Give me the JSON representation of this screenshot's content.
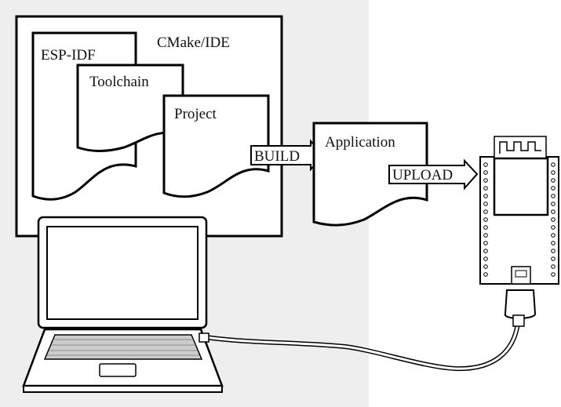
{
  "labels": {
    "cmake": "CMake/IDE",
    "esp_idf": "ESP-IDF",
    "toolchain": "Toolchain",
    "project": "Project",
    "build": "BUILD",
    "application": "Application",
    "upload": "UPLOAD"
  },
  "icons": [
    "document-icon",
    "laptop-icon",
    "keyboard-icon",
    "touchpad-icon",
    "usb-cable-icon",
    "dev-board-icon",
    "antenna-icon",
    "module-shield-icon",
    "usb-connector-icon"
  ],
  "colors": {
    "panel": "#eeeeee",
    "stroke": "#000000",
    "fill": "#ffffff",
    "keyboard": "#cccccc"
  }
}
